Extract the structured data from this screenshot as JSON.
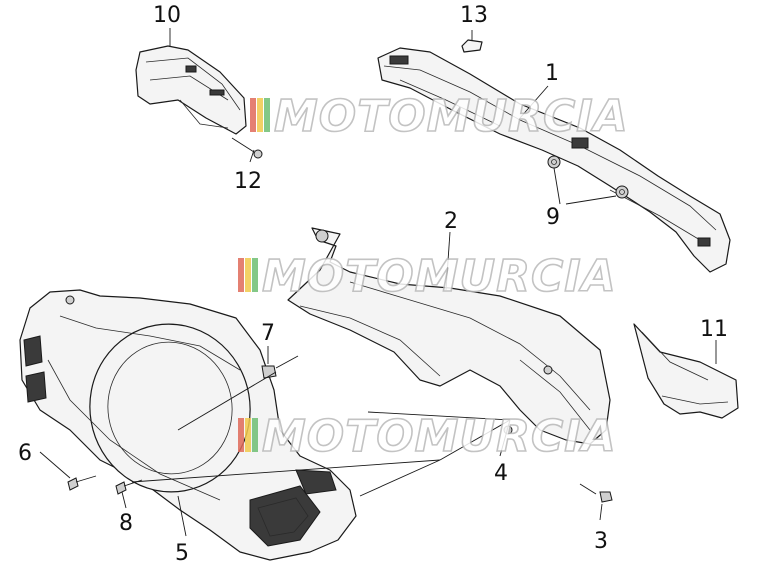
{
  "watermark": {
    "text": "MOTOMURCIA",
    "stripe_colors": [
      "#e06a5a",
      "#f2c94c",
      "#6fbf73",
      "#e06a5a"
    ]
  },
  "callouts": {
    "c1": "1",
    "c2": "2",
    "c3": "3",
    "c4": "4",
    "c5": "5",
    "c6": "6",
    "c7": "7",
    "c8": "8",
    "c9": "9",
    "c10": "10",
    "c11": "11",
    "c12": "12",
    "c13": "13"
  }
}
